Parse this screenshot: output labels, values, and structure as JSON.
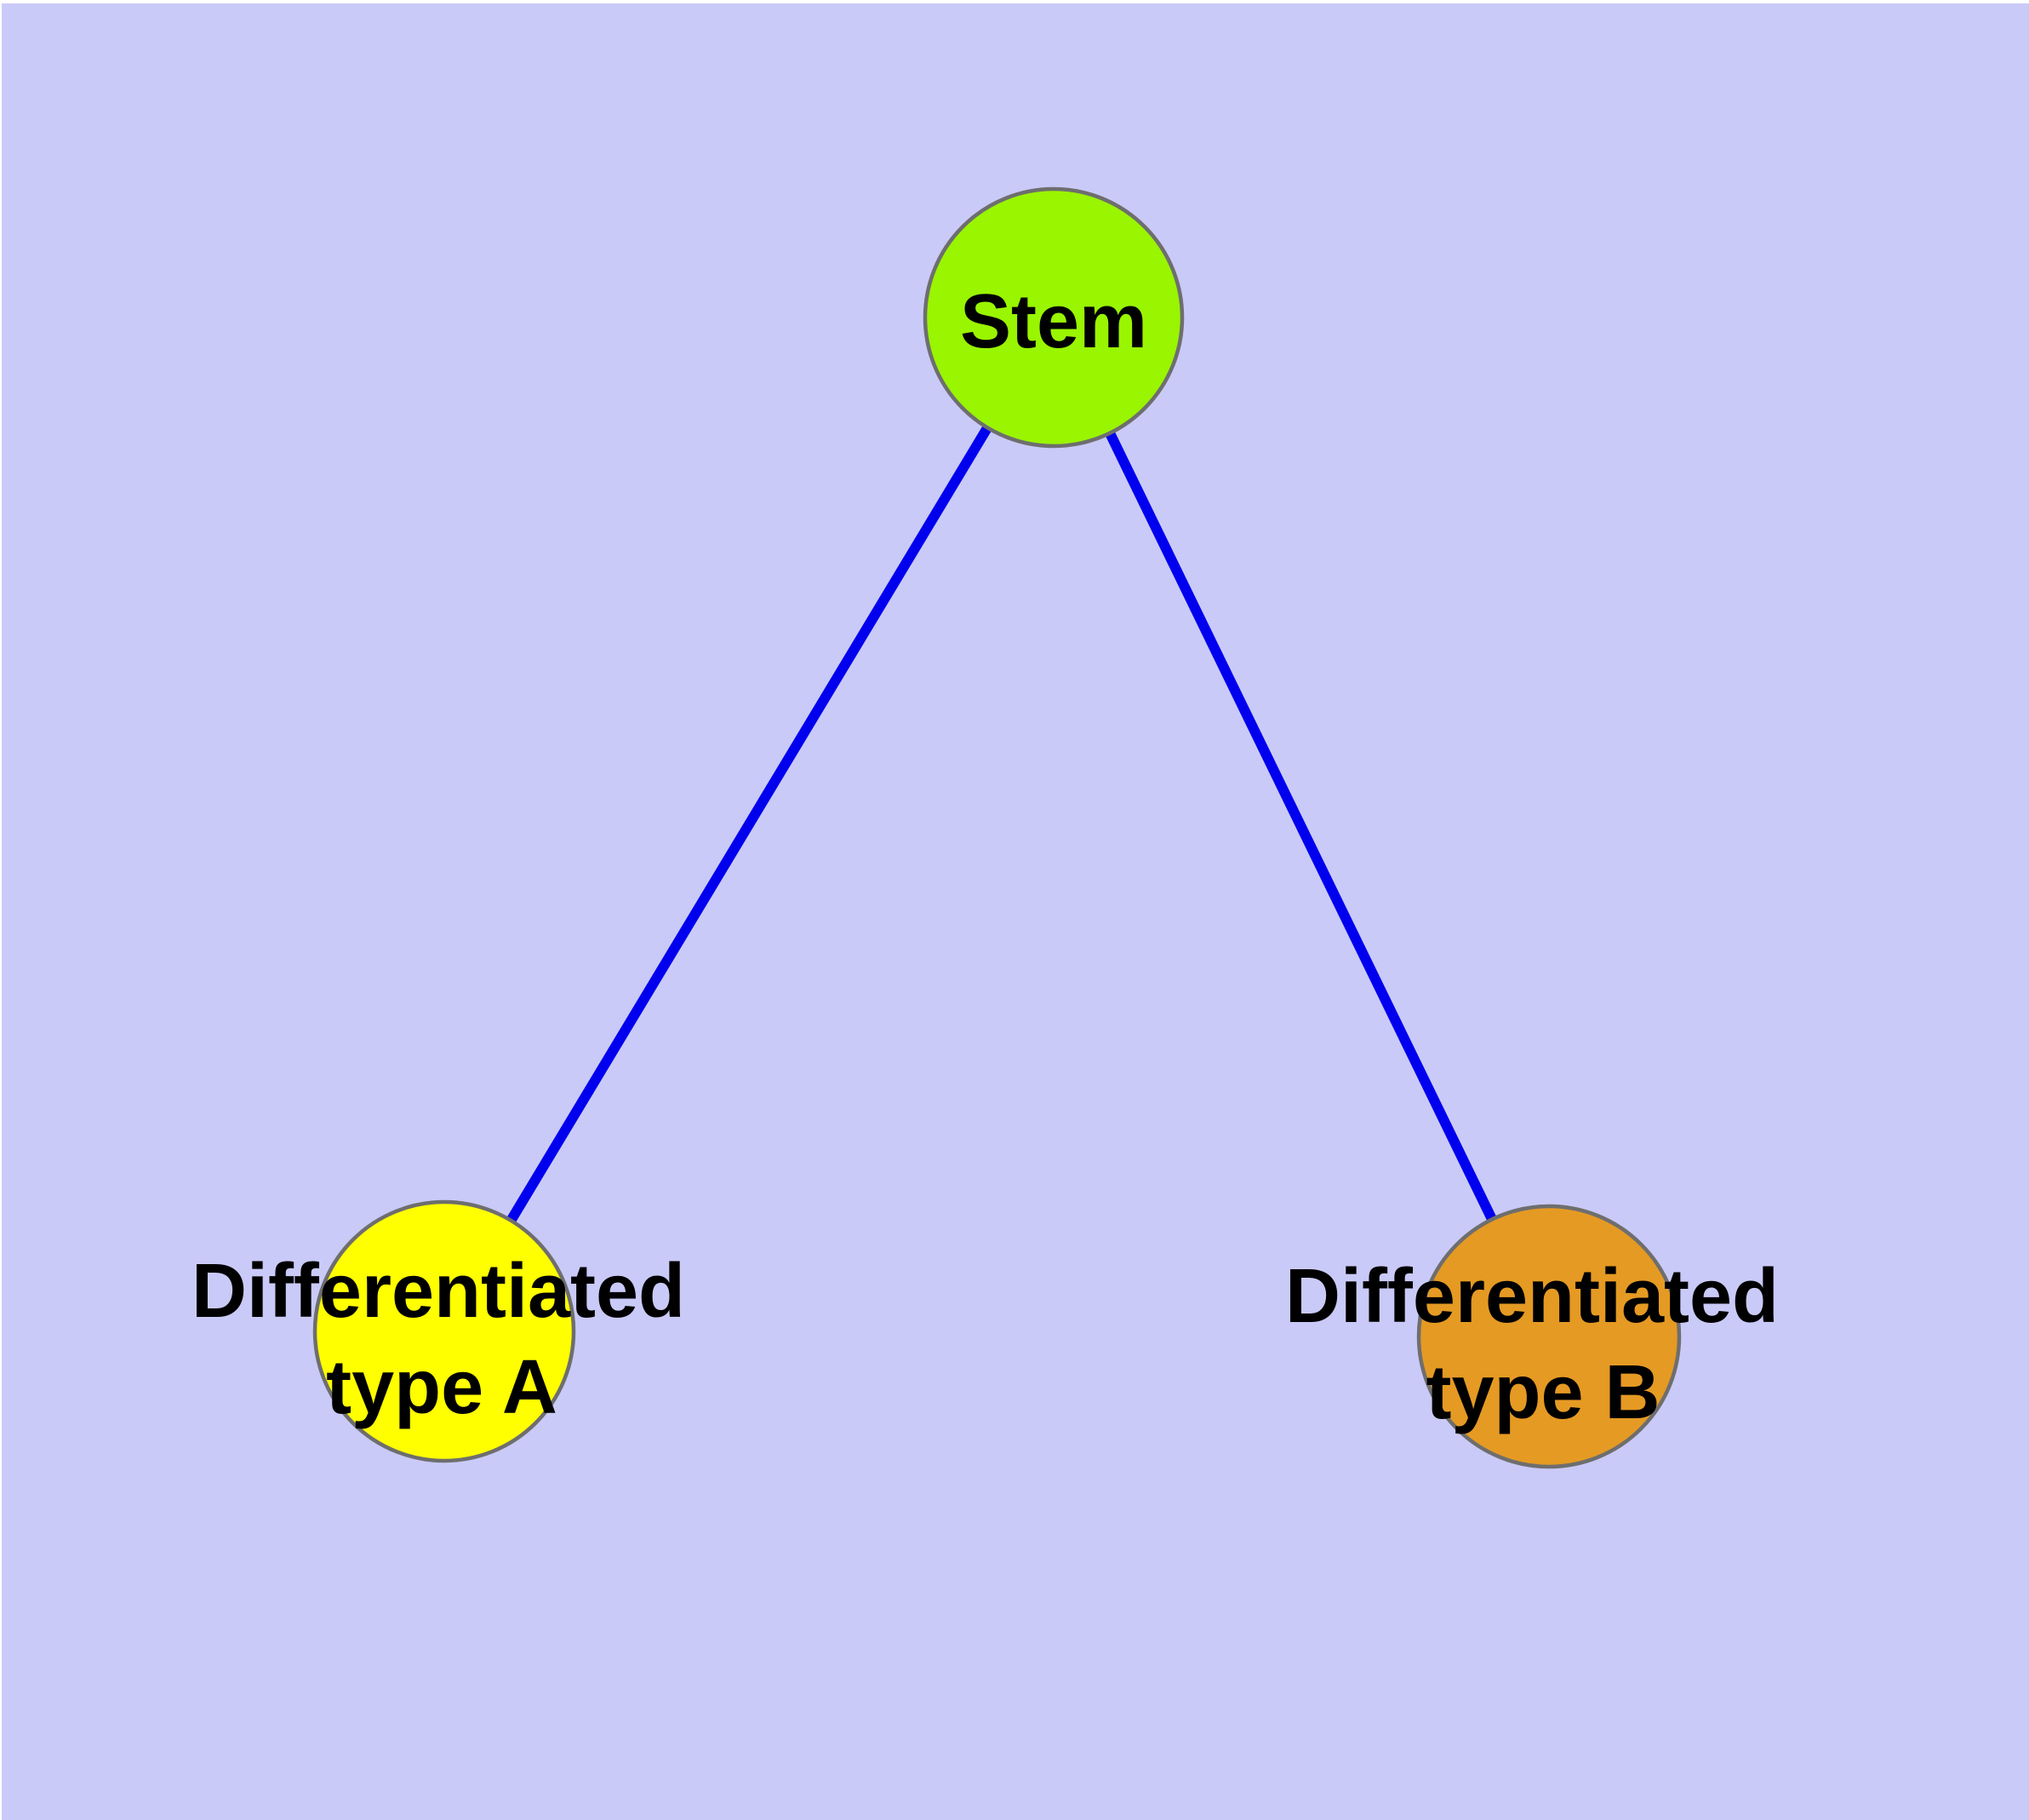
{
  "diagram": {
    "type": "graph",
    "background_color": "#CACAF8",
    "edge_color": "#0000EE",
    "node_border_color": "#6E6E6E",
    "label_color": "#000000",
    "nodes": {
      "stem": {
        "label": "Stem",
        "color": "#99F500"
      },
      "type_a": {
        "label_line1": "Differentiated",
        "label_line2": "type A",
        "color": "#FFFF00"
      },
      "type_b": {
        "label_line1": "Differentiated",
        "label_line2": "type B",
        "color": "#E59A23"
      }
    },
    "edges": [
      {
        "from": "Stem",
        "to": "Differentiated type A"
      },
      {
        "from": "Stem",
        "to": "Differentiated type B"
      }
    ]
  }
}
